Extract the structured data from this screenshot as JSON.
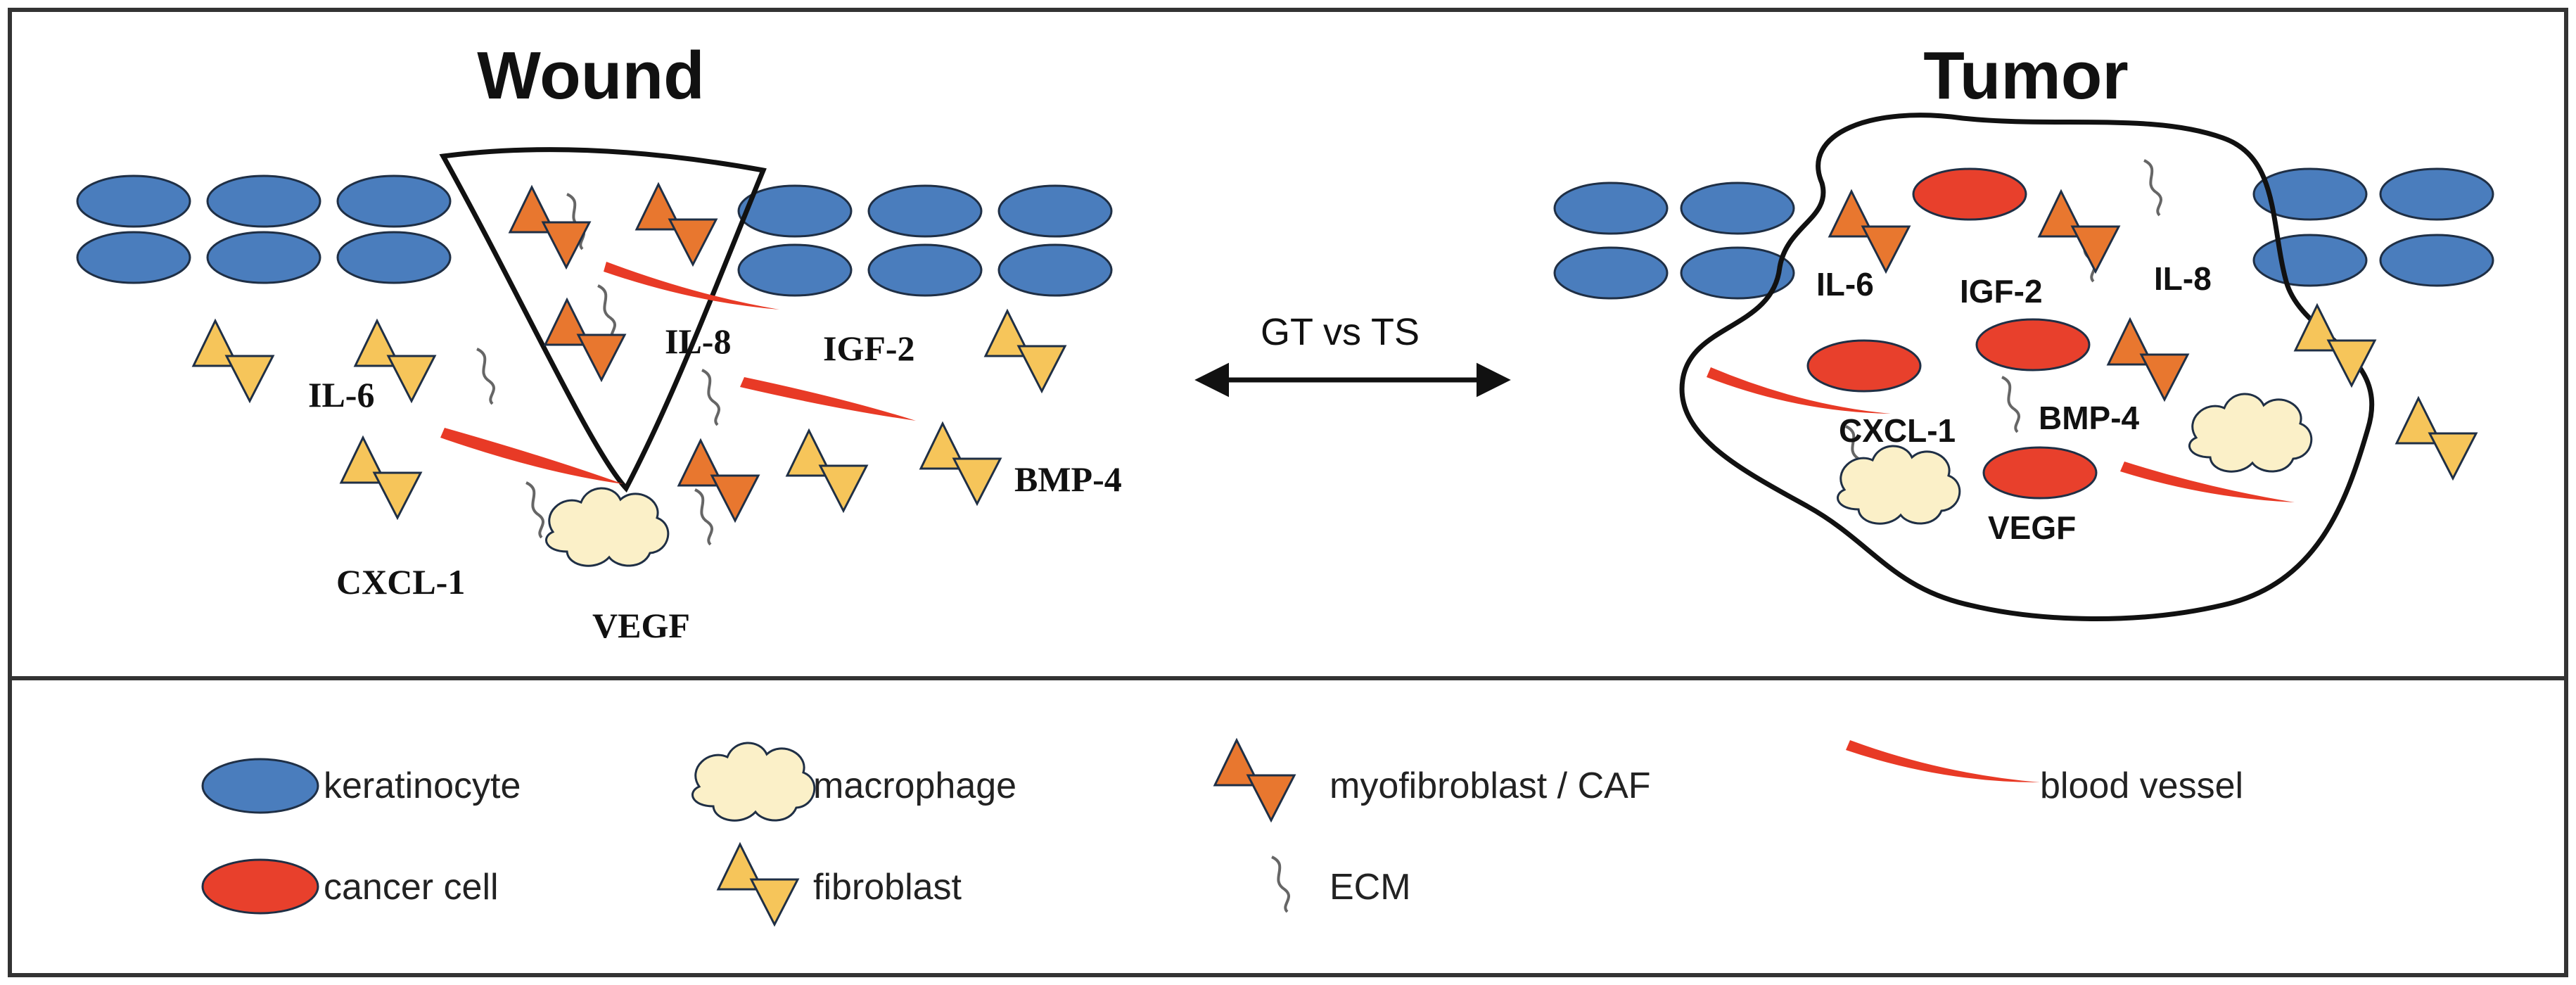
{
  "panels": {
    "wound": {
      "title": "Wound",
      "factors": {
        "il6": "IL-6",
        "il8": "IL-8",
        "igf2": "IGF-2",
        "bmp4": "BMP-4",
        "cxcl1": "CXCL-1",
        "vegf": "VEGF"
      }
    },
    "tumor": {
      "title": "Tumor",
      "factors": {
        "il6": "IL-6",
        "igf2": "IGF-2",
        "il8": "IL-8",
        "cxcl1": "CXCL-1",
        "bmp4": "BMP-4",
        "vegf": "VEGF"
      }
    },
    "comparison_label": "GT vs TS"
  },
  "legend": {
    "keratinocyte": "keratinocyte",
    "macrophage": "macrophage",
    "myofibroblast": "myofibroblast / CAF",
    "blood_vessel": "blood vessel",
    "cancer_cell": "cancer cell",
    "fibroblast": "fibroblast",
    "ecm": "ECM"
  },
  "colors": {
    "keratinocyte": "#4a7dbd",
    "cancer_cell": "#e8402c",
    "myofibroblast": "#e8772f",
    "fibroblast": "#f6c55a",
    "macrophage": "#fbf0c8",
    "blood_vessel": "#e83a26",
    "ecm": "#666666",
    "outline": "#1f2f45"
  },
  "icons": {
    "keratinocyte": "blue-ellipse-icon",
    "cancer_cell": "red-ellipse-icon",
    "myofibroblast": "orange-bowtie-triangles-icon",
    "fibroblast": "yellow-bowtie-triangles-icon",
    "macrophage": "cloud-blob-icon",
    "blood_vessel": "red-crescent-line-icon",
    "ecm": "gray-squiggle-icon"
  }
}
